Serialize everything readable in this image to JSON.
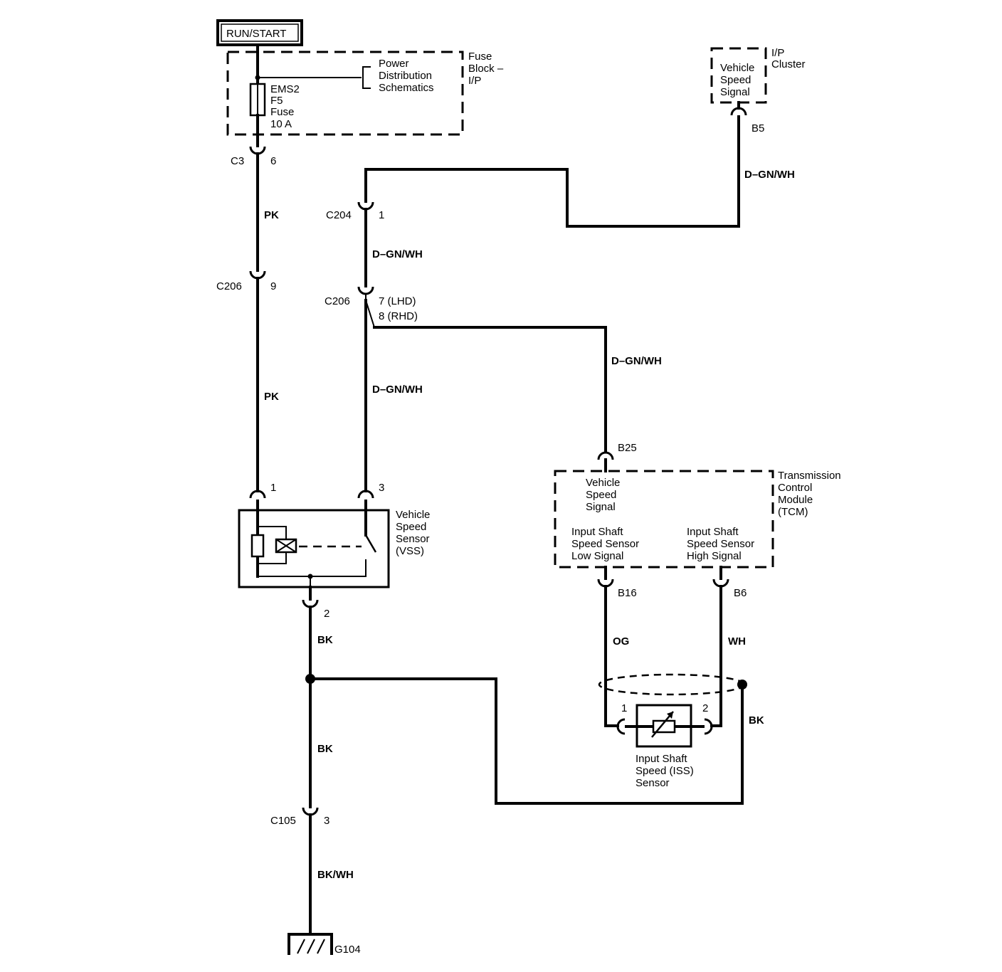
{
  "power": {
    "run_start": "RUN/START"
  },
  "fuse_block": {
    "title_line1": "Fuse",
    "title_line2": "Block –",
    "title_line3": "I/P",
    "fuse_line1": "EMS2",
    "fuse_line2": "F5",
    "fuse_line3": "Fuse",
    "fuse_line4": "10 A",
    "pds_line1": "Power",
    "pds_line2": "Distribution",
    "pds_line3": "Schematics"
  },
  "ip_cluster": {
    "title_line1": "I/P",
    "title_line2": "Cluster",
    "signal_line1": "Vehicle",
    "signal_line2": "Speed",
    "signal_line3": "Signal",
    "pin": "B5"
  },
  "connectors": {
    "c3": {
      "name": "C3",
      "pin": "6"
    },
    "c206_pk": {
      "name": "C206",
      "pin": "9"
    },
    "c204": {
      "name": "C204",
      "pin": "1"
    },
    "c206_sig": {
      "name": "C206",
      "pin_lhd": "7 (LHD)",
      "pin_rhd": "8 (RHD)"
    },
    "c105": {
      "name": "C105",
      "pin": "3"
    }
  },
  "wires": {
    "pk_upper": "PK",
    "pk_lower": "PK",
    "dgnwh_cluster": "D–GN/WH",
    "dgnwh_mid": "D–GN/WH",
    "dgnwh_lower": "D–GN/WH",
    "dgnwh_tcm": "D–GN/WH",
    "bk_upper": "BK",
    "bk_lower": "BK",
    "bkwh": "BK/WH",
    "og": "OG",
    "wh": "WH",
    "bk_shield": "BK"
  },
  "vss": {
    "pin1": "1",
    "pin3": "3",
    "pin2": "2",
    "label_line1": "Vehicle",
    "label_line2": "Speed",
    "label_line3": "Sensor",
    "label_line4": "(VSS)"
  },
  "tcm": {
    "title_line1": "Transmission",
    "title_line2": "Control",
    "title_line3": "Module",
    "title_line4": "(TCM)",
    "vss_line1": "Vehicle",
    "vss_line2": "Speed",
    "vss_line3": "Signal",
    "low_line1": "Input Shaft",
    "low_line2": "Speed Sensor",
    "low_line3": "Low Signal",
    "high_line1": "Input Shaft",
    "high_line2": "Speed Sensor",
    "high_line3": "High Signal",
    "pin_b25": "B25",
    "pin_b16": "B16",
    "pin_b6": "B6"
  },
  "iss": {
    "pin1": "1",
    "pin2": "2",
    "label_line1": "Input Shaft",
    "label_line2": "Speed (ISS)",
    "label_line3": "Sensor"
  },
  "ground": {
    "name": "G104"
  }
}
